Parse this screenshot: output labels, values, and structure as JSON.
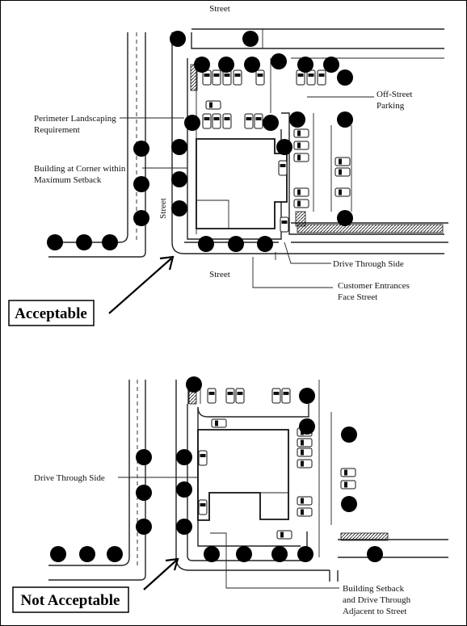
{
  "top_panel": {
    "street_top": "Street",
    "street_bottom": "Street",
    "street_side": "Street",
    "perimeter_landscaping": [
      "Perimeter Landscaping",
      "Requirement"
    ],
    "building_corner": [
      "Building at Corner within",
      "Maximum Setback"
    ],
    "off_street_parking": [
      "Off-Street",
      "Parking"
    ],
    "drive_through_side": "Drive Through Side",
    "customer_entrances": [
      "Customer Entrances",
      "Face Street"
    ],
    "verdict": "Acceptable"
  },
  "bottom_panel": {
    "drive_through_side": "Drive Through Side",
    "building_setback": [
      "Building Setback",
      "and Drive Through",
      "Adjacent to Street"
    ],
    "verdict": "Not Acceptable"
  },
  "colors": {
    "ink": "#111111",
    "paper": "#ffffff"
  }
}
